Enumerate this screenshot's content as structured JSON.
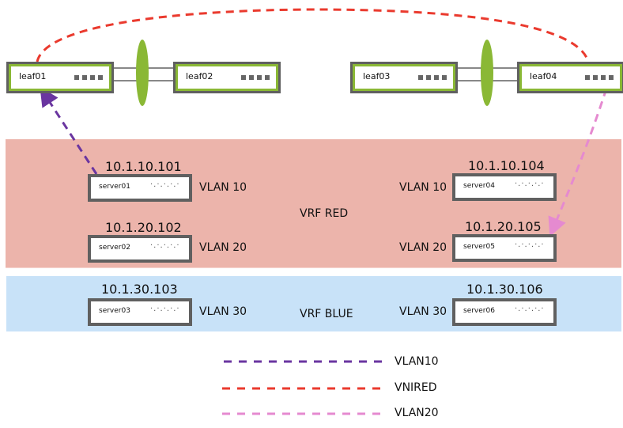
{
  "colors": {
    "vrf_red_band": "#ecb4ab",
    "vrf_blue_band": "#c8e2f8",
    "switch_frame": "#606060",
    "switch_accent": "#8ab835",
    "mlag_peer": "#8ab835",
    "vlan10_line": "#6a35a0",
    "vnired_line": "#ea3a2e",
    "vlan20_line": "#e58ad0"
  },
  "leaves": [
    {
      "name": "leaf01",
      "icon": "switch-icon"
    },
    {
      "name": "leaf02",
      "icon": "switch-icon"
    },
    {
      "name": "leaf03",
      "icon": "switch-icon"
    },
    {
      "name": "leaf04",
      "icon": "switch-icon"
    }
  ],
  "vrfs": [
    {
      "label": "VRF RED"
    },
    {
      "label": "VRF BLUE"
    }
  ],
  "servers": [
    {
      "name": "server01",
      "ip": "10.1.10.101",
      "vlan": "VLAN 10",
      "ports": "·.·.·.·.·",
      "icon": "server-icon"
    },
    {
      "name": "server02",
      "ip": "10.1.20.102",
      "vlan": "VLAN 20",
      "ports": "·.·.·.·.·",
      "icon": "server-icon"
    },
    {
      "name": "server03",
      "ip": "10.1.30.103",
      "vlan": "VLAN 30",
      "ports": "·.·.·.·.·",
      "icon": "server-icon"
    },
    {
      "name": "server04",
      "ip": "10.1.10.104",
      "vlan": "VLAN 10",
      "ports": "·.·.·.·.·",
      "icon": "server-icon"
    },
    {
      "name": "server05",
      "ip": "10.1.20.105",
      "vlan": "VLAN 20",
      "ports": "·.·.·.·.·",
      "icon": "server-icon"
    },
    {
      "name": "server06",
      "ip": "10.1.30.106",
      "vlan": "VLAN 30",
      "ports": "·.·.·.·.·",
      "icon": "server-icon"
    }
  ],
  "paths": [
    {
      "name": "VLAN10",
      "from": "server01",
      "to": "leaf01"
    },
    {
      "name": "VNIRED",
      "from": "leaf01",
      "to": "leaf04"
    },
    {
      "name": "VLAN20",
      "from": "leaf04",
      "to": "server05"
    }
  ],
  "legend": [
    {
      "label": "VLAN10",
      "color": "#6a35a0"
    },
    {
      "label": "VNIRED",
      "color": "#ea3a2e"
    },
    {
      "label": "VLAN20",
      "color": "#e58ad0"
    }
  ]
}
